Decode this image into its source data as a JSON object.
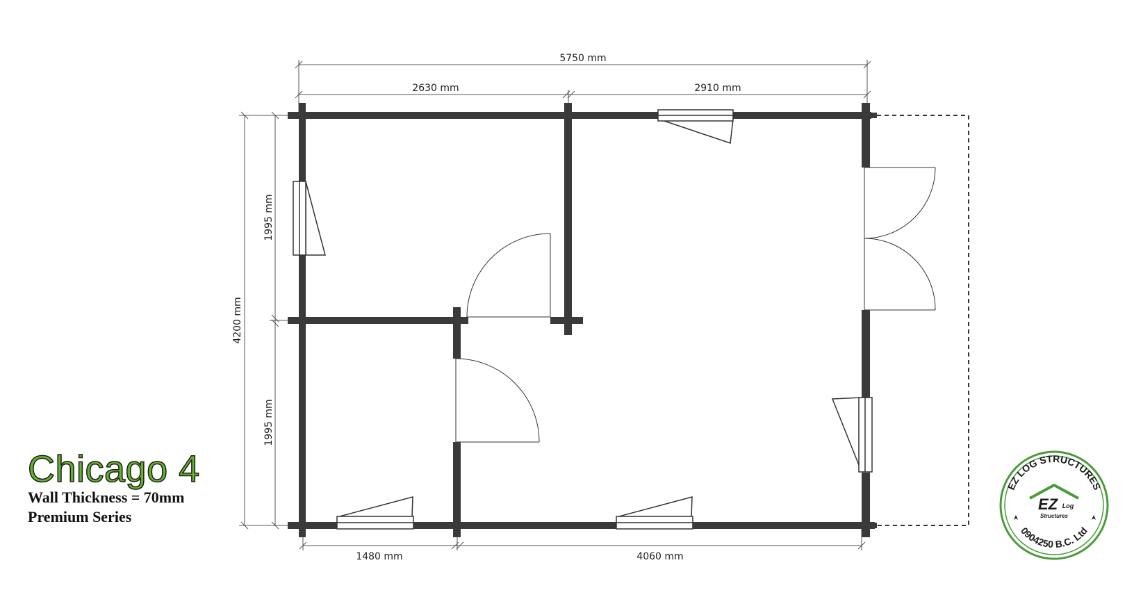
{
  "title": "Chicago 4",
  "specs": {
    "wall_thickness": "Wall Thickness = 70mm",
    "series": "Premium Series"
  },
  "dimensions": {
    "overall_width": "5750 mm",
    "room_left_width": "2630 mm",
    "room_right_width": "2910 mm",
    "overall_depth": "4200 mm",
    "upper_room_depth": "1995 mm",
    "lower_room_depth": "1995 mm",
    "bottom_left_width": "1480 mm",
    "bottom_right_width": "4060 mm"
  },
  "logo": {
    "ring_top": "EZ LOG STRUCTURES",
    "ring_bottom": "0904250 B.C. Ltd",
    "center_mark": "EZ",
    "center_log": "Log",
    "center_structures": "Structures",
    "ring_color": "#4a9b3a"
  },
  "colors": {
    "wall": "#3a3a3a",
    "title_fill": "#64b42e"
  }
}
